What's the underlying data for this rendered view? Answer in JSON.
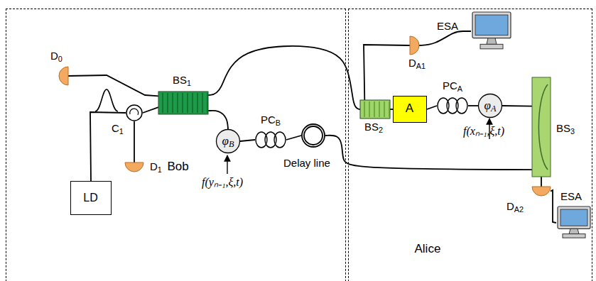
{
  "diagram": {
    "nodes": [
      {
        "text": [
          "Bob"
        ]
      },
      {
        "text": [
          "LD"
        ],
        "in": 0
      },
      {
        "text": [
          "C1"
        ],
        "in": 0
      },
      {
        "text": [
          "D0"
        ],
        "in": 0
      },
      {
        "text": [
          "D1"
        ],
        "in": 0
      },
      {
        "text": [
          "BS1"
        ],
        "in": 0
      },
      {
        "text": [
          "φB"
        ],
        "in": 0
      },
      {
        "text": [
          "PCB"
        ],
        "in": 0
      },
      {
        "text": [
          "Delay line"
        ],
        "in": 0
      },
      {
        "text": [
          "Alice"
        ]
      },
      {
        "text": [
          "DA1"
        ],
        "in": 9
      },
      {
        "text": [
          "ESA"
        ],
        "in": 9
      },
      {
        "text": [
          "BS2"
        ],
        "in": 9
      },
      {
        "text": [
          "A"
        ],
        "in": 9
      },
      {
        "text": [
          "PCA"
        ],
        "in": 9
      },
      {
        "text": [
          "φA"
        ],
        "in": 9
      },
      {
        "text": [
          "BS3"
        ],
        "in": 9
      },
      {
        "text": [
          "DA2"
        ],
        "in": 9
      },
      {
        "text": [
          "ESA"
        ],
        "in": 9
      }
    ],
    "edges": [
      {
        "from": 1,
        "to": 2,
        "arrow": "none"
      },
      {
        "from": 2,
        "to": 5,
        "arrow": "none"
      },
      {
        "from": 2,
        "to": 4,
        "arrow": "none"
      },
      {
        "from": 5,
        "to": 3,
        "arrow": "none"
      },
      {
        "from": 5,
        "to": 12,
        "arrow": "none"
      },
      {
        "from": 5,
        "to": 6,
        "arrow": "none"
      },
      {
        "from": 6,
        "to": 7,
        "arrow": "none"
      },
      {
        "from": 7,
        "to": 8,
        "arrow": "none"
      },
      {
        "from": 8,
        "to": 16,
        "arrow": "none"
      },
      {
        "from": 12,
        "to": 13,
        "arrow": "none"
      },
      {
        "from": 13,
        "to": 14,
        "arrow": "none"
      },
      {
        "from": 14,
        "to": 15,
        "arrow": "none"
      },
      {
        "from": 15,
        "to": 16,
        "arrow": "none"
      },
      {
        "from": 12,
        "to": 10,
        "arrow": "none"
      },
      {
        "from": 10,
        "to": 11,
        "arrow": "none"
      },
      {
        "from": 16,
        "to": 17,
        "arrow": "none"
      },
      {
        "from": 17,
        "to": 18,
        "arrow": "none"
      }
    ],
    "labels": [
      "f(yₙ₋₁,ξ,t)",
      "f(xₙ₋₁,ξ,t)"
    ]
  }
}
